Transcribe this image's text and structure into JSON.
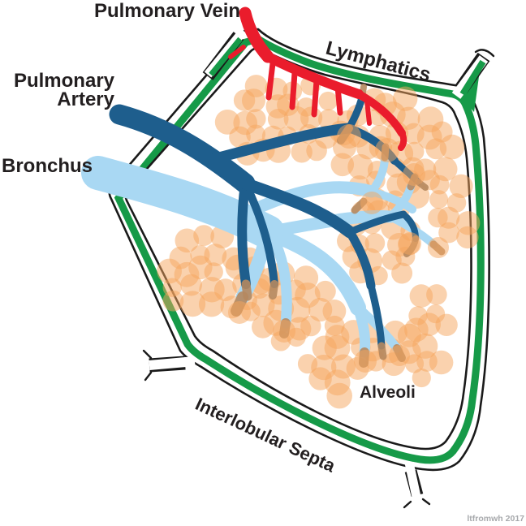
{
  "title": "Pulmonary lobule anatomy diagram",
  "labels": {
    "pulmonary_vein": "Pulmonary Vein",
    "lymphatics": "Lymphatics",
    "pulmonary_artery_line1": "Pulmonary",
    "pulmonary_artery_line2": "Artery",
    "bronchus": "Bronchus",
    "alveoli": "Alveoli",
    "interlobular_septa": "Interlobular Septa",
    "signature": "ltfromwh 2017"
  },
  "colors": {
    "vein_red": "#ea1c2c",
    "artery_blue": "#1e5e8d",
    "bronchus_blue": "#a9d8f3",
    "lymphatics_green": "#169a48",
    "alveoli_orange": "#f6a55e",
    "bronchiole_tan": "#b5885f",
    "septa_outline": "#1a1a1a",
    "label_text": "#231f20",
    "signature_gray": "#a7a9ac",
    "background": "#ffffff"
  }
}
